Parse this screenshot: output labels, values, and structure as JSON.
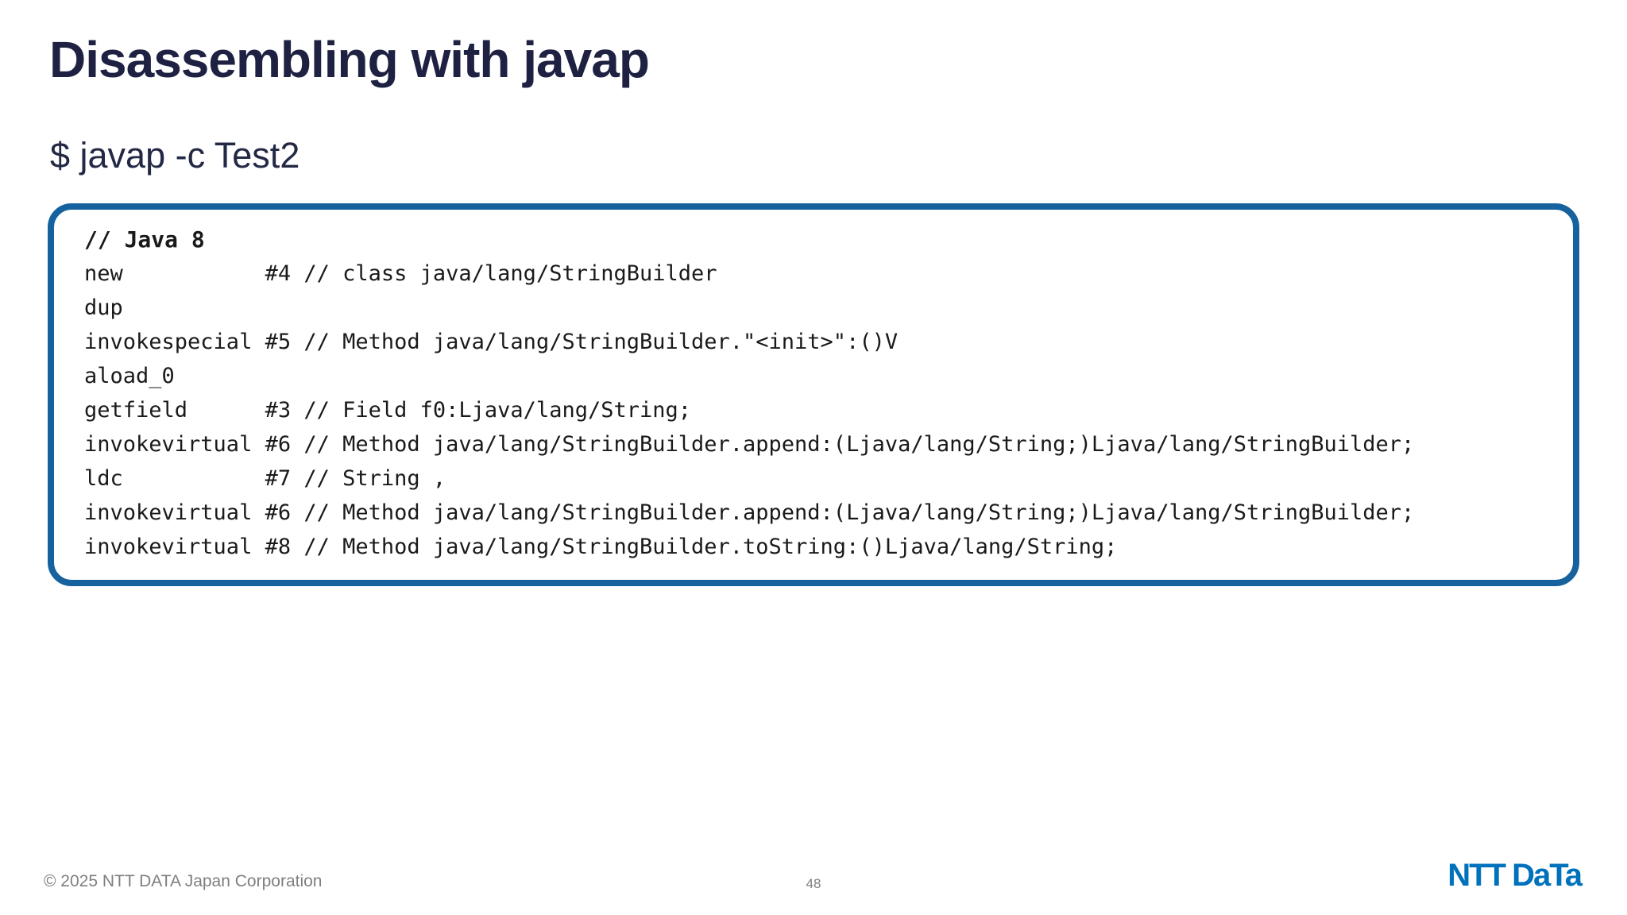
{
  "slide": {
    "title": "Disassembling with javap",
    "command": "$ javap -c Test2",
    "code": {
      "header": "// Java 8",
      "lines": [
        "new           #4 // class java/lang/StringBuilder",
        "dup",
        "invokespecial #5 // Method java/lang/StringBuilder.\"<init>\":()V",
        "aload_0",
        "getfield      #3 // Field f0:Ljava/lang/String;",
        "invokevirtual #6 // Method java/lang/StringBuilder.append:(Ljava/lang/String;)Ljava/lang/StringBuilder;",
        "ldc           #7 // String ,",
        "invokevirtual #6 // Method java/lang/StringBuilder.append:(Ljava/lang/String;)Ljava/lang/StringBuilder;",
        "invokevirtual #8 // Method java/lang/StringBuilder.toString:()Ljava/lang/String;"
      ]
    },
    "footer": {
      "copyright": "© 2025 NTT DATA Japan Corporation",
      "page_number": "48",
      "logo_text": "NTT DaTa"
    },
    "colors": {
      "title_text": "#1e2142",
      "code_box_border": "#15629e",
      "code_text": "#1a1a1a",
      "footer_gray": "#7f7f7f",
      "logo_blue": "#0072bc"
    }
  }
}
